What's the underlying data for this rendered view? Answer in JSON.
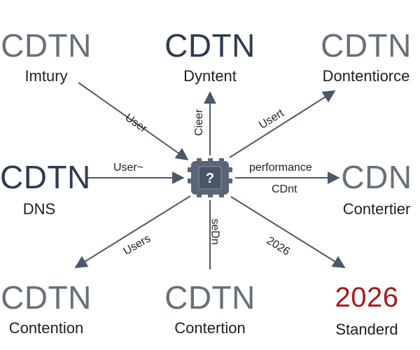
{
  "nodes": {
    "top_left": {
      "title": "CDTN",
      "subtitle": "Imtury"
    },
    "top_center": {
      "title": "CDTN",
      "subtitle": "Dyntent"
    },
    "top_right": {
      "title": "CDTN",
      "subtitle": "Dontentiorce"
    },
    "mid_left": {
      "title": "CDTN",
      "subtitle": "DNS"
    },
    "mid_right": {
      "title": "CDN",
      "subtitle": "Contertier"
    },
    "bottom_left": {
      "title": "CDTN",
      "subtitle": "Contention"
    },
    "bottom_center": {
      "title": "CDTN",
      "subtitle": "Contertion"
    },
    "bottom_right": {
      "title": "2026",
      "subtitle": "Standerd"
    }
  },
  "edge_labels": {
    "top_left": "User",
    "top_center": "Cieer",
    "top_right": "Usert",
    "mid_left": "User~",
    "mid_right_top": "performance",
    "mid_right_bottom": "CDnt",
    "bottom_left": "Users",
    "bottom_center": "seDn",
    "bottom_right": "2026"
  },
  "hub": {
    "symbol": "?"
  },
  "colors": {
    "arrow": "#4a5868",
    "hub_fill": "#5a6575",
    "hub_inner": "#4a5566",
    "title_light": "#66707a",
    "title_dark": "#2d3c52",
    "accent_red": "#a31d1d"
  }
}
